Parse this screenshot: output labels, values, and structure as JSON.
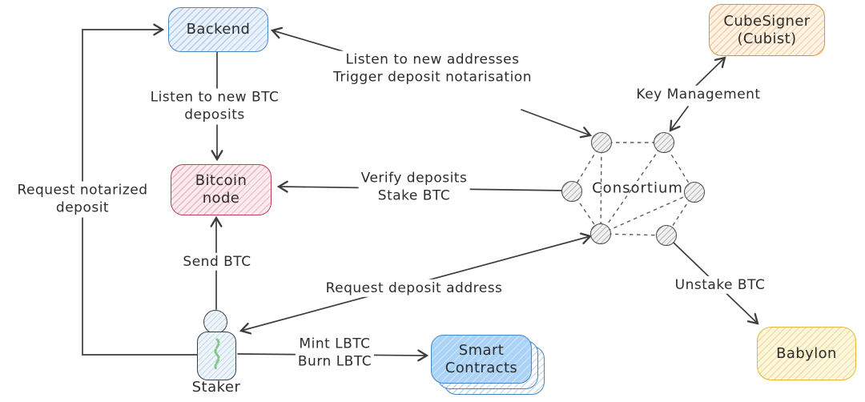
{
  "diagram": {
    "nodes": {
      "backend": {
        "label": "Backend"
      },
      "cubesigner": {
        "line1": "CubeSigner",
        "line2": "(Cubist)"
      },
      "bitcoin_node": {
        "line1": "Bitcoin",
        "line2": "node"
      },
      "consortium": {
        "label": "Consortium"
      },
      "staker": {
        "label": "Staker"
      },
      "smart_contracts": {
        "line1": "Smart",
        "line2": "Contracts"
      },
      "babylon": {
        "label": "Babylon"
      }
    },
    "edges": {
      "request_notarized_deposit": {
        "line1": "Request notarized",
        "line2": "deposit"
      },
      "listen_new_btc_deposits": {
        "line1": "Listen to new BTC",
        "line2": "deposits"
      },
      "listen_new_addresses": {
        "line1": "Listen to new addresses",
        "line2": "Trigger deposit notarisation"
      },
      "key_management": {
        "label": "Key Management"
      },
      "verify_deposits_stake_btc": {
        "line1": "Verify deposits",
        "line2": "Stake BTC"
      },
      "send_btc": {
        "label": "Send BTC"
      },
      "request_deposit_address": {
        "label": "Request deposit address"
      },
      "mint_burn_lbtc": {
        "line1": "Mint LBTC",
        "line2": "Burn LBTC"
      },
      "unstake_btc": {
        "label": "Unstake BTC"
      }
    },
    "colors": {
      "backend_border": "#4a86c6",
      "backend_fill": "#e9f2fc",
      "bitcoin_border": "#c13e56",
      "bitcoin_fill": "#fbebee",
      "cubesigner_border": "#df8f3f",
      "cubesigner_fill": "#fdf2e4",
      "babylon_border": "#e2b73e",
      "babylon_fill": "#fcf6dd",
      "smart_contracts_fill": "#aad3f6",
      "smart_contracts_border": "#4586c8",
      "staker_accent": "#79c07c",
      "line": "#3c3c3c",
      "text": "#2d2d2d"
    }
  }
}
